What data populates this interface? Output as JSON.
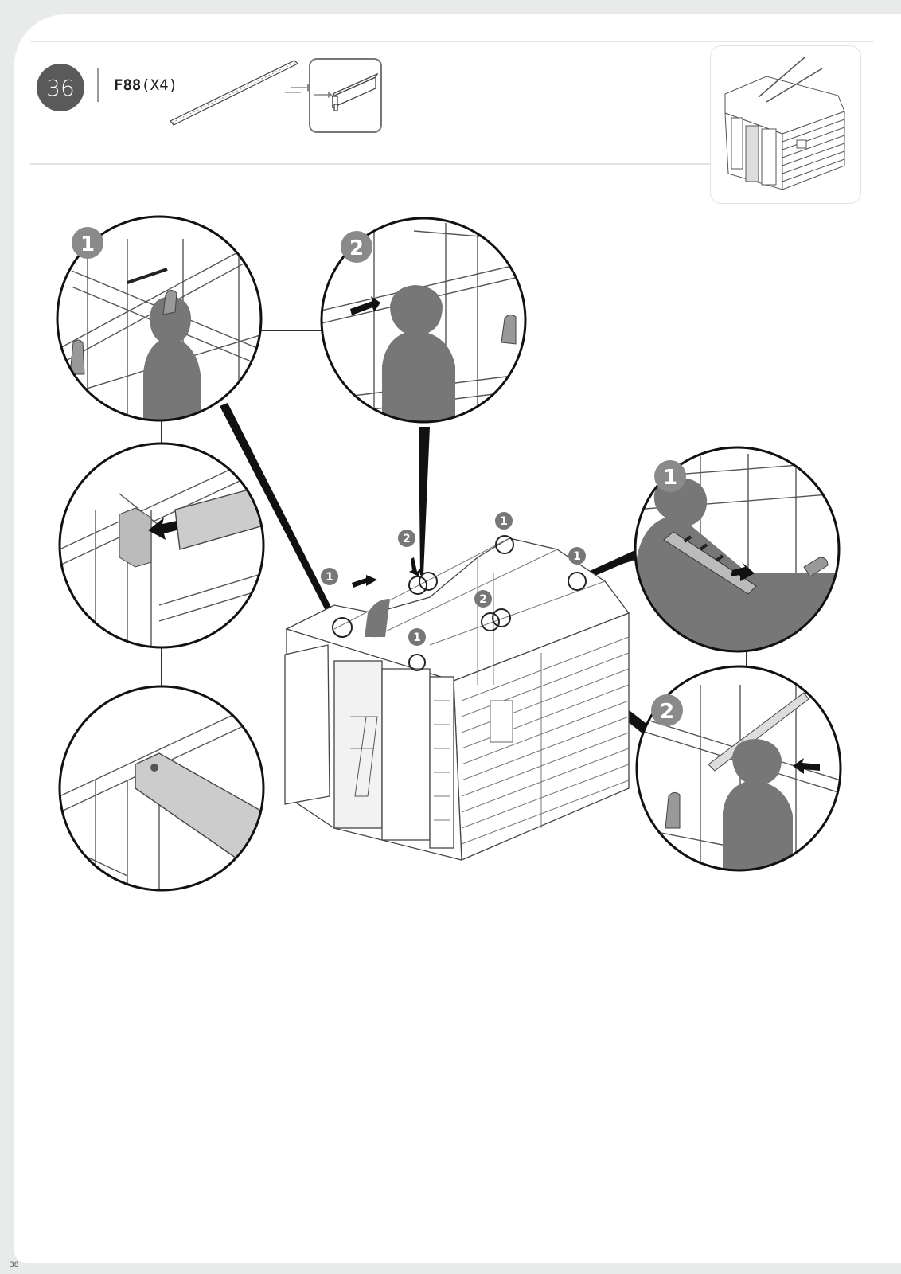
{
  "step": {
    "number": "36"
  },
  "part": {
    "code": "F88",
    "quantity": "(X4)"
  },
  "callouts": {
    "one": "1",
    "two": "2"
  },
  "page_number": "38",
  "icons": [
    "step-badge",
    "rail-part-icon",
    "rail-end-detail-icon",
    "shed-overview-icon",
    "shed-assembly-illustration",
    "person-silhouette-icon",
    "push-arrow-icon"
  ]
}
